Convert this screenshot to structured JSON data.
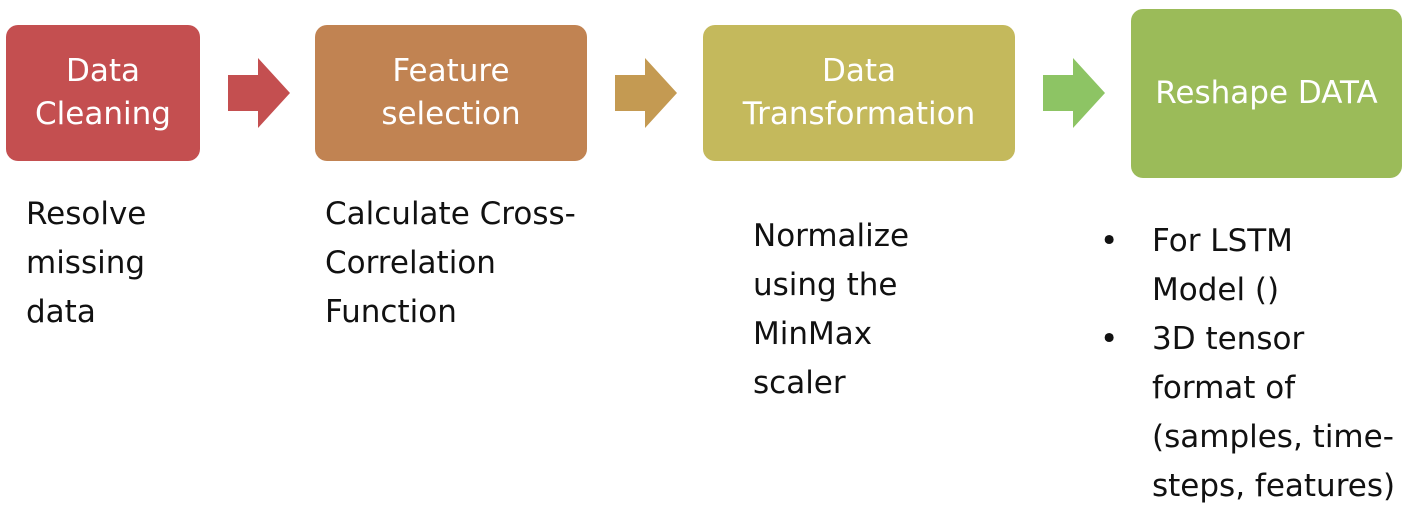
{
  "steps": [
    {
      "label": "Data\nCleaning",
      "color": "#C44F50"
    },
    {
      "label": "Feature\nselection",
      "color": "#C18352"
    },
    {
      "label": "Data\nTransformation",
      "color": "#C4B95C"
    },
    {
      "label": "Reshape DATA",
      "color": "#9BBB59"
    }
  ],
  "arrow_colors": [
    "#C44F50",
    "#C49A52",
    "#8DC464"
  ],
  "descriptions": {
    "cleaning": "Resolve\nmissing\ndata",
    "selection": "Calculate Cross-\nCorrelation\nFunction",
    "transformation": "Normalize\nusing the\nMinMax\nscaler"
  },
  "reshape_bullets": [
    "For LSTM\nModel ()",
    "3D tensor\nformat of\n(samples, time-\nsteps, features)"
  ]
}
